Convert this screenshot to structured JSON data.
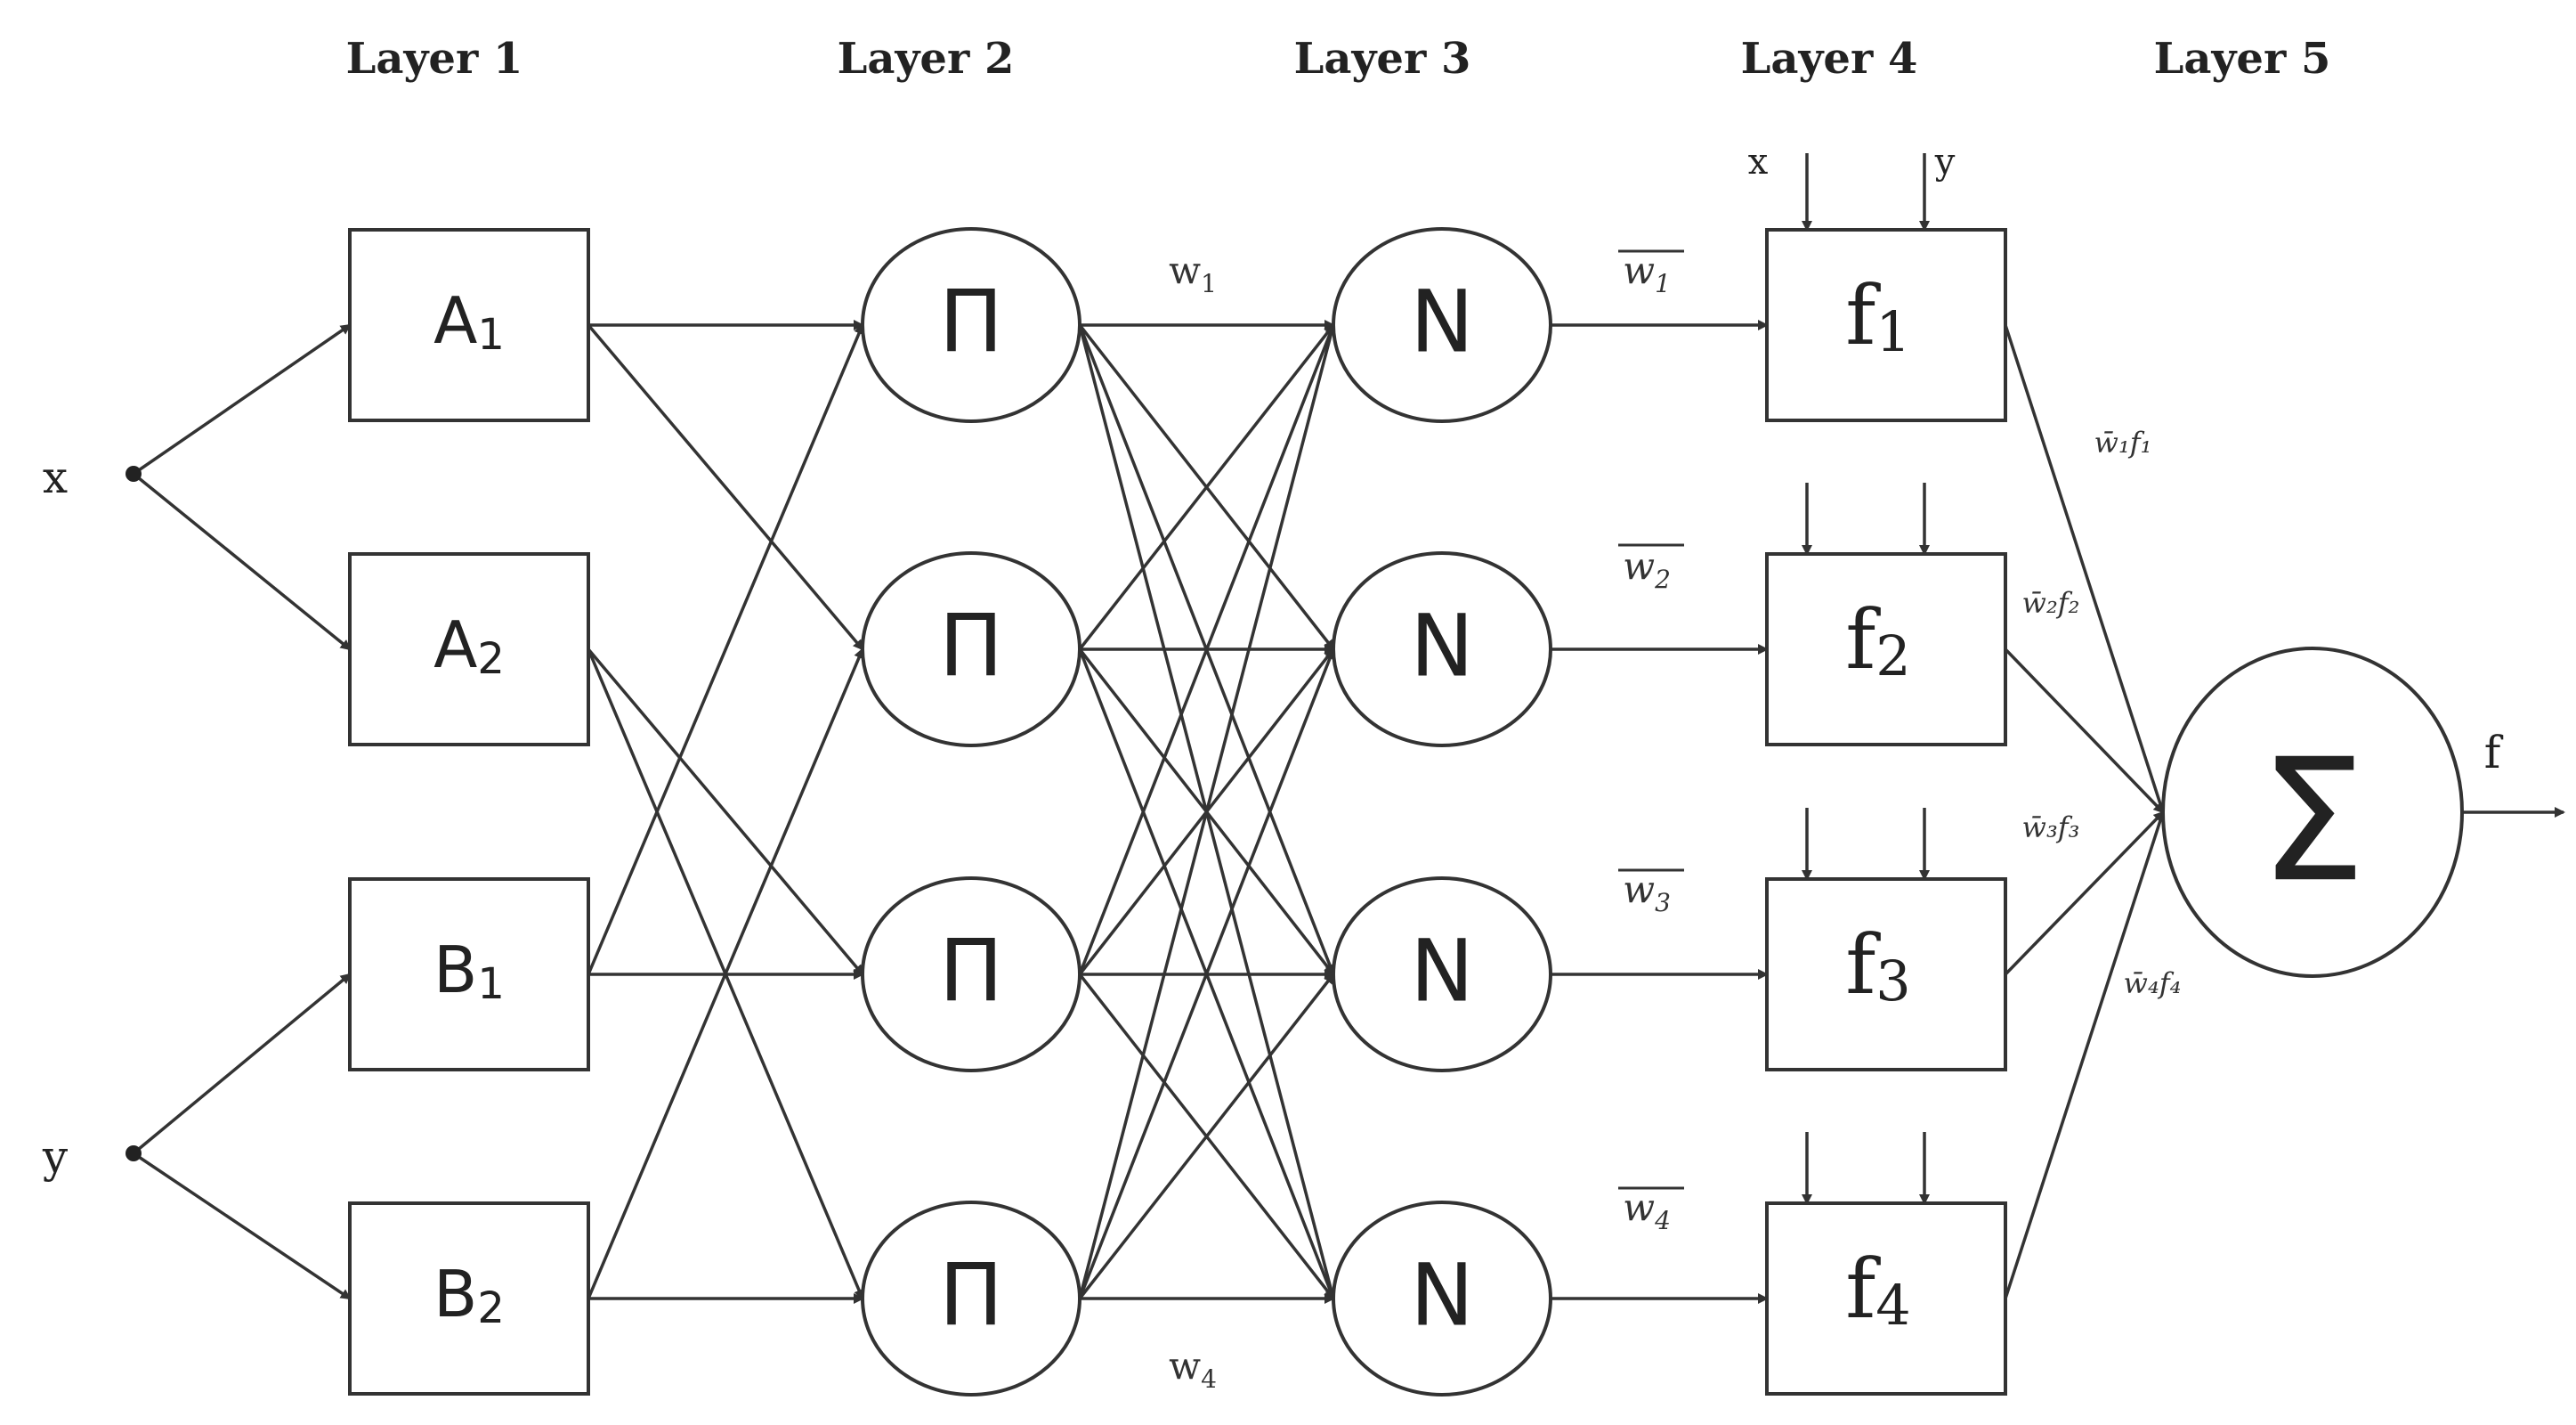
{
  "layers": [
    "Layer 1",
    "Layer 2",
    "Layer 3",
    "Layer 4",
    "Layer 5"
  ],
  "inputs": {
    "x": "x",
    "y": "y"
  },
  "layer1": {
    "A1": {
      "base": "A",
      "sub": "1"
    },
    "A2": {
      "base": "A",
      "sub": "2"
    },
    "B1": {
      "base": "B",
      "sub": "1"
    },
    "B2": {
      "base": "B",
      "sub": "2"
    }
  },
  "layer2": {
    "symbol": "Π"
  },
  "layer3": {
    "symbol": "N"
  },
  "layer4": {
    "f1": {
      "base": "f",
      "sub": "1"
    },
    "f2": {
      "base": "f",
      "sub": "2"
    },
    "f3": {
      "base": "f",
      "sub": "3"
    },
    "f4": {
      "base": "f",
      "sub": "4"
    },
    "input_x": "x",
    "input_y": "y"
  },
  "layer5": {
    "symbol": "Σ",
    "output": "f"
  },
  "labels": {
    "w1": {
      "base": "w",
      "sub": "1"
    },
    "w4": {
      "base": "w",
      "sub": "4"
    },
    "wbar1": {
      "base": "w",
      "sub": "1"
    },
    "wbar2": {
      "base": "w",
      "sub": "2"
    },
    "wbar3": {
      "base": "w",
      "sub": "3"
    },
    "wbar4": {
      "base": "w",
      "sub": "4"
    },
    "wf1": "w̄₁f₁",
    "wf2": "w̄₂f₂",
    "wf3": "w̄₃f₃",
    "wf4": "w̄₄f₄"
  }
}
